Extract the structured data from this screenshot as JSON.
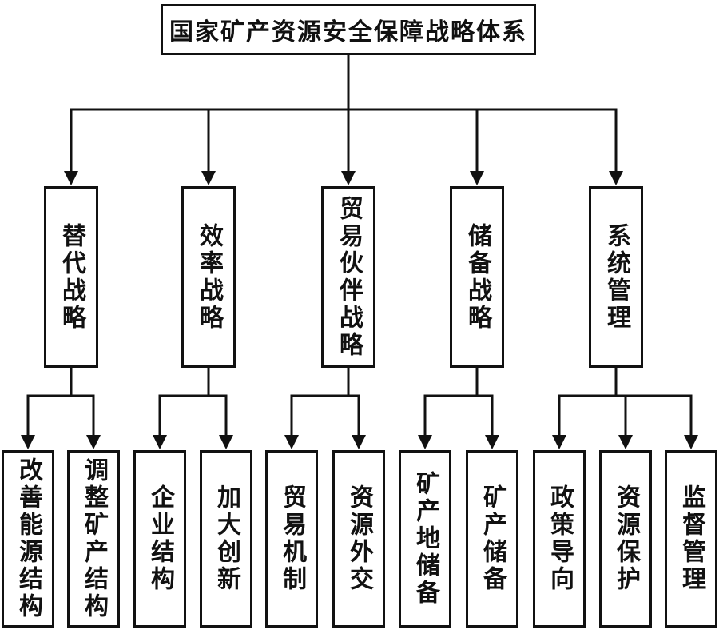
{
  "figure": {
    "type": "hierarchy-flowchart",
    "background": "#ffffff",
    "line_color": "#111111",
    "box_border_color": "#111111",
    "text_color": "#111111"
  },
  "tree": {
    "root": {
      "label": "国家矿产资源安全保障战略体系"
    },
    "branches": [
      {
        "label": "替代战略",
        "children": [
          {
            "label": "改善能源结构"
          },
          {
            "label": "调整矿产结构"
          }
        ]
      },
      {
        "label": "效率战略",
        "children": [
          {
            "label": "企业结构"
          },
          {
            "label": "加大创新"
          }
        ]
      },
      {
        "label": "贸易伙伴战略",
        "children": [
          {
            "label": "贸易机制"
          },
          {
            "label": "资源外交"
          }
        ]
      },
      {
        "label": "储备战略",
        "children": [
          {
            "label": "矿产地储备"
          },
          {
            "label": "矿产储备"
          }
        ]
      },
      {
        "label": "系统管理",
        "children": [
          {
            "label": "政策导向"
          },
          {
            "label": "资源保护"
          },
          {
            "label": "监督管理"
          }
        ]
      }
    ]
  }
}
